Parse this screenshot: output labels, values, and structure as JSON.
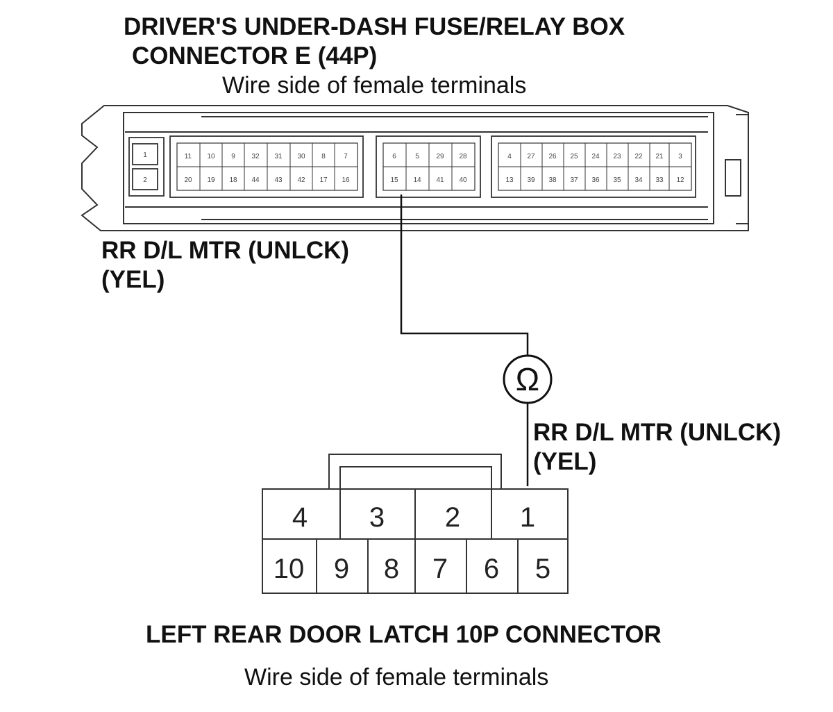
{
  "top_connector": {
    "title_line1": "DRIVER'S UNDER-DASH FUSE/RELAY BOX",
    "title_line2": "CONNECTOR E (44P)",
    "subtitle": "Wire side of female terminals",
    "block1": {
      "top": [
        "1"
      ],
      "bottom": [
        "2"
      ]
    },
    "block2": {
      "top": [
        "11",
        "10",
        "9",
        "32",
        "31",
        "30",
        "8",
        "7"
      ],
      "bottom": [
        "20",
        "19",
        "18",
        "44",
        "43",
        "42",
        "17",
        "16"
      ]
    },
    "block3": {
      "top": [
        "6",
        "5",
        "29",
        "28"
      ],
      "bottom": [
        "15",
        "14",
        "41",
        "40"
      ]
    },
    "block4": {
      "top": [
        "4",
        "27",
        "26",
        "25",
        "24",
        "23",
        "22",
        "21",
        "3"
      ],
      "bottom": [
        "13",
        "39",
        "38",
        "37",
        "36",
        "35",
        "34",
        "33",
        "12"
      ]
    }
  },
  "wire_top": {
    "line1": "RR D/L MTR (UNLCK)",
    "line2": "(YEL)"
  },
  "meter": {
    "symbol": "Ω",
    "icon": "ohmmeter-icon"
  },
  "wire_bottom": {
    "line1": "RR D/L MTR (UNLCK)",
    "line2": "(YEL)"
  },
  "bottom_connector": {
    "top_row": [
      "4",
      "3",
      "2",
      "1"
    ],
    "bottom_row": [
      "10",
      "9",
      "8",
      "7",
      "6",
      "5"
    ],
    "title": "LEFT REAR DOOR LATCH 10P CONNECTOR",
    "subtitle": "Wire side of female terminals"
  }
}
